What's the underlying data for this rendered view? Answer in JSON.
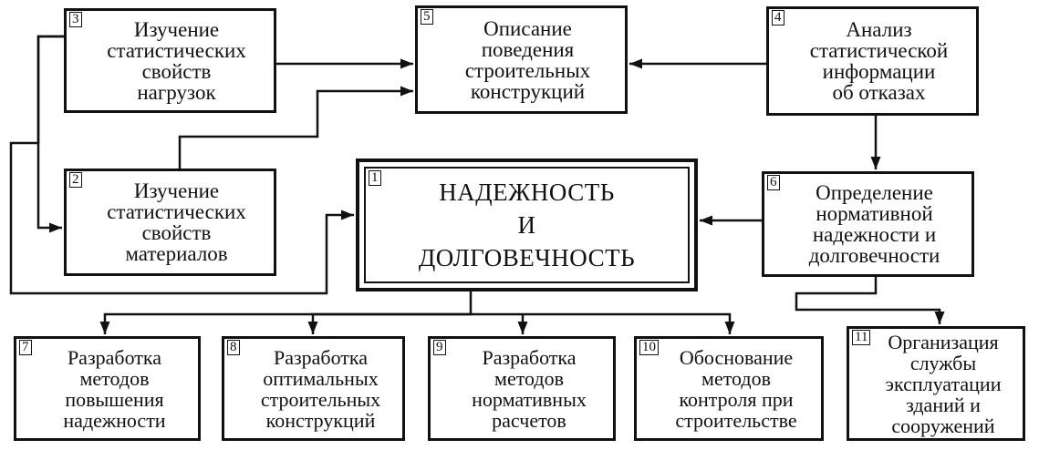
{
  "nodes": [
    {
      "id": "n1",
      "num": "1",
      "text": "НАДЕЖНОСТЬ\nИ\nДОЛГОВЕЧНОСТЬ"
    },
    {
      "id": "n2",
      "num": "2",
      "text": "Изучение\nстатистических\nсвойств\nматериалов"
    },
    {
      "id": "n3",
      "num": "3",
      "text": "Изучение\nстатистических\nсвойств\nнагрузок"
    },
    {
      "id": "n4",
      "num": "4",
      "text": "Анализ\nстатистической\nинформации\nоб отказах"
    },
    {
      "id": "n5",
      "num": "5",
      "text": "Описание\nповедения\nстроительных\nконструкций"
    },
    {
      "id": "n6",
      "num": "6",
      "text": "Определение\nнормативной\nнадежности и\nдолговечности"
    },
    {
      "id": "n7",
      "num": "7",
      "text": "Разработка\nметодов\nповышения\nнадежности"
    },
    {
      "id": "n8",
      "num": "8",
      "text": "Разработка\nоптимальных\nстроительных\nконструкций"
    },
    {
      "id": "n9",
      "num": "9",
      "text": "Разработка\nметодов\nнормативных\nрасчетов"
    },
    {
      "id": "n10",
      "num": "10",
      "text": "Обоснование\nметодов\nконтроля при\nстроительстве"
    },
    {
      "id": "n11",
      "num": "11",
      "text": "Организация\nслужбы\nэксплуатации\nзданий и\nсооружений"
    }
  ],
  "edges": [
    {
      "from": "n3",
      "to": "n5"
    },
    {
      "from": "n2",
      "to": "n5"
    },
    {
      "from": "n4",
      "to": "n5"
    },
    {
      "from": "n4",
      "to": "n6"
    },
    {
      "from": "n6",
      "to": "n1"
    },
    {
      "from": "n3",
      "to": "n2"
    },
    {
      "from": "n3",
      "to": "n1"
    },
    {
      "from": "n1",
      "to": "n7"
    },
    {
      "from": "n1",
      "to": "n8"
    },
    {
      "from": "n1",
      "to": "n9"
    },
    {
      "from": "n1",
      "to": "n10"
    },
    {
      "from": "n6",
      "to": "n11"
    }
  ]
}
